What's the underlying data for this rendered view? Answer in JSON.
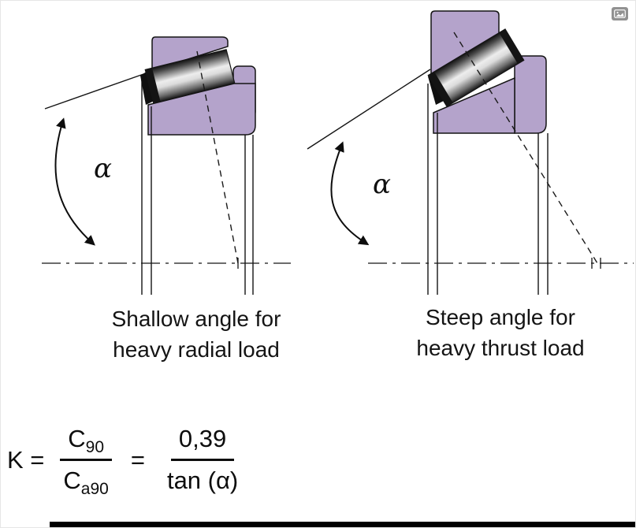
{
  "colors": {
    "ring_purple": "#b4a3cb",
    "ink": "#111111"
  },
  "icons": {
    "top_right": "image-icon"
  },
  "figures": {
    "left": {
      "alpha": "α",
      "caption_line1": "Shallow angle for",
      "caption_line2": "heavy radial load"
    },
    "right": {
      "alpha": "α",
      "caption_line1": "Steep angle for",
      "caption_line2": "heavy thrust load"
    }
  },
  "formula": {
    "lhs": "K =",
    "frac1": {
      "num_base": "C",
      "num_sub": "90",
      "den_base": "C",
      "den_sub": "a90"
    },
    "equals": "=",
    "frac2": {
      "num": "0,39",
      "den": "tan (α)"
    }
  }
}
